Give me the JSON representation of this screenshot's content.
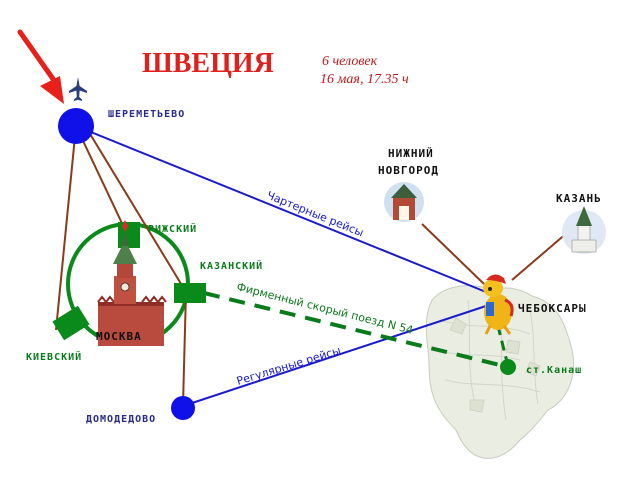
{
  "title": "ШВЕЦИЯ",
  "info": {
    "people": "6 человек",
    "datetime": "16  мая, 17.35 ч"
  },
  "airports": {
    "sheremetyevo": "ШЕРЕМЕТЬЕВО",
    "domodedovo": "ДОМОДЕДОВО"
  },
  "stations": {
    "rizhsky": "РИЖСКИЙ",
    "kazansky": "КАЗАНСКИЙ",
    "kievsky": "КИЕВСКИЙ",
    "kanash": "ст.Канаш"
  },
  "cities": {
    "moscow": "МОСКВА",
    "nizhny_line1": "НИЖНИЙ",
    "nizhny_line2": "НОВГОРОД",
    "kazan": "КАЗАНЬ",
    "cheboksary": "ЧЕБОКСАРЫ"
  },
  "routes": {
    "charter": "Чартерные рейсы",
    "train": "Фирменный скорый поезд N 54",
    "regular": "Регулярные рейсы"
  },
  "colors": {
    "title": "#e0201c",
    "flight_line": "#1a1ad0",
    "train_line": "#0a7a1a",
    "station": "#0a8a1a",
    "airport": "#1010e8",
    "link_line": "#8b3a1a",
    "region": "#e8ece0"
  }
}
